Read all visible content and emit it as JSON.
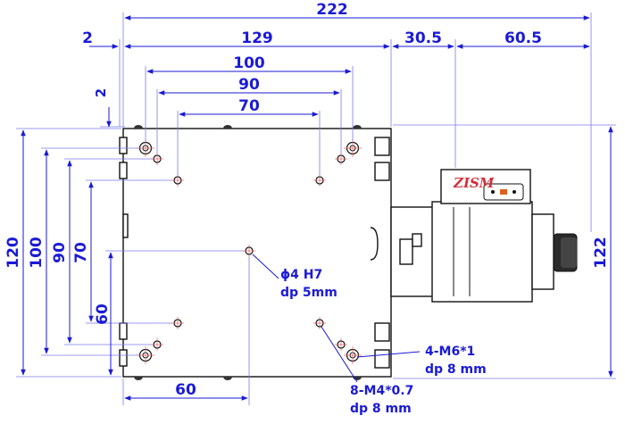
{
  "dimensions": {
    "overall_width": "222",
    "left_offset": "2",
    "base_width": "129",
    "motor_gap": "30.5",
    "motor_length": "60.5",
    "span_100": "100",
    "span_90": "90",
    "span_70": "70",
    "top_offset": "2",
    "height_120": "120",
    "height_100": "100",
    "height_90": "90",
    "height_70": "70",
    "height_60": "60",
    "width_60": "60",
    "height_122": "122"
  },
  "callouts": {
    "center_hole_line1": "ϕ4 H7",
    "center_hole_line2": "dp 5mm",
    "m6_line1": "4-M6*1",
    "m6_line2": "dp 8 mm",
    "m4_line1": "8-M4*0.7",
    "m4_line2": "dp 8 mm"
  },
  "logo": {
    "text": "ZISM"
  },
  "colors": {
    "dimension": "#1a1ad6",
    "outline": "#111111",
    "centerline": "#e06060",
    "logo": "#d0303a"
  }
}
